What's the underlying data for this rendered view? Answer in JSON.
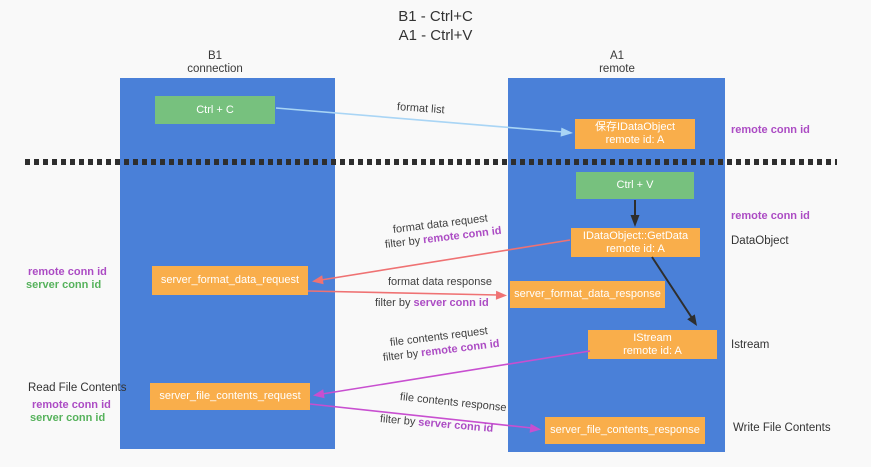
{
  "title": {
    "line1": "B1 - Ctrl+C",
    "line2": "A1 - Ctrl+V"
  },
  "columns": {
    "left": {
      "name": "B1",
      "role": "connection"
    },
    "right": {
      "name": "A1",
      "role": "remote"
    }
  },
  "boxes": {
    "ctrl_c": {
      "label": "Ctrl + C"
    },
    "ctrl_v": {
      "label": "Ctrl + V"
    },
    "save_idataobject": {
      "line1": "保存IDataObject",
      "line2": "remote id: A"
    },
    "idataobject_getdata": {
      "line1": "IDataObject::GetData",
      "line2": "remote id: A"
    },
    "istream": {
      "line1": "IStream",
      "line2": "remote id: A"
    },
    "server_format_data_request": {
      "label": "server_format_data_request"
    },
    "server_format_data_response": {
      "label": "server_format_data_response"
    },
    "server_file_contents_request": {
      "label": "server_file_contents_request"
    },
    "server_file_contents_response": {
      "label": "server_file_contents_response"
    }
  },
  "arrows": {
    "format_list": {
      "label": "format list"
    },
    "format_data_request": {
      "label": "format data request",
      "filter_prefix": "filter by",
      "filter_key": "remote conn id"
    },
    "format_data_response": {
      "label": "format data response",
      "filter_prefix": "filter by",
      "filter_key": "server conn id"
    },
    "file_contents_request": {
      "label": "file contents request",
      "filter_prefix": "filter by",
      "filter_key": "remote conn id"
    },
    "file_contents_response": {
      "label": "file contents response",
      "filter_prefix": "filter by",
      "filter_key": "server conn id"
    }
  },
  "side_labels": {
    "right_top_remote_conn_id": "remote conn id",
    "right_mid_remote_conn_id": "remote conn id",
    "dataobject": "DataObject",
    "istream": "Istream",
    "write_file_contents": "Write File Contents",
    "left_format_remote_conn_id": "remote conn id",
    "left_format_server_conn_id": "server conn id",
    "read_file_contents": "Read File Contents",
    "left_file_remote_conn_id": "remote conn id",
    "left_file_server_conn_id": "server conn id"
  },
  "colors": {
    "column_blue": "#4a80d8",
    "box_green": "#77c17e",
    "box_orange": "#f9ae4b",
    "remote_conn_id_purple": "#ac4cc4",
    "server_conn_id_green": "#56b25c",
    "format_arrow_salmon": "#ef7273",
    "file_arrow_magenta": "#c84fd0",
    "format_list_arrow_blue": "#a9d5f5",
    "black_arrow": "#2e2e2e"
  }
}
